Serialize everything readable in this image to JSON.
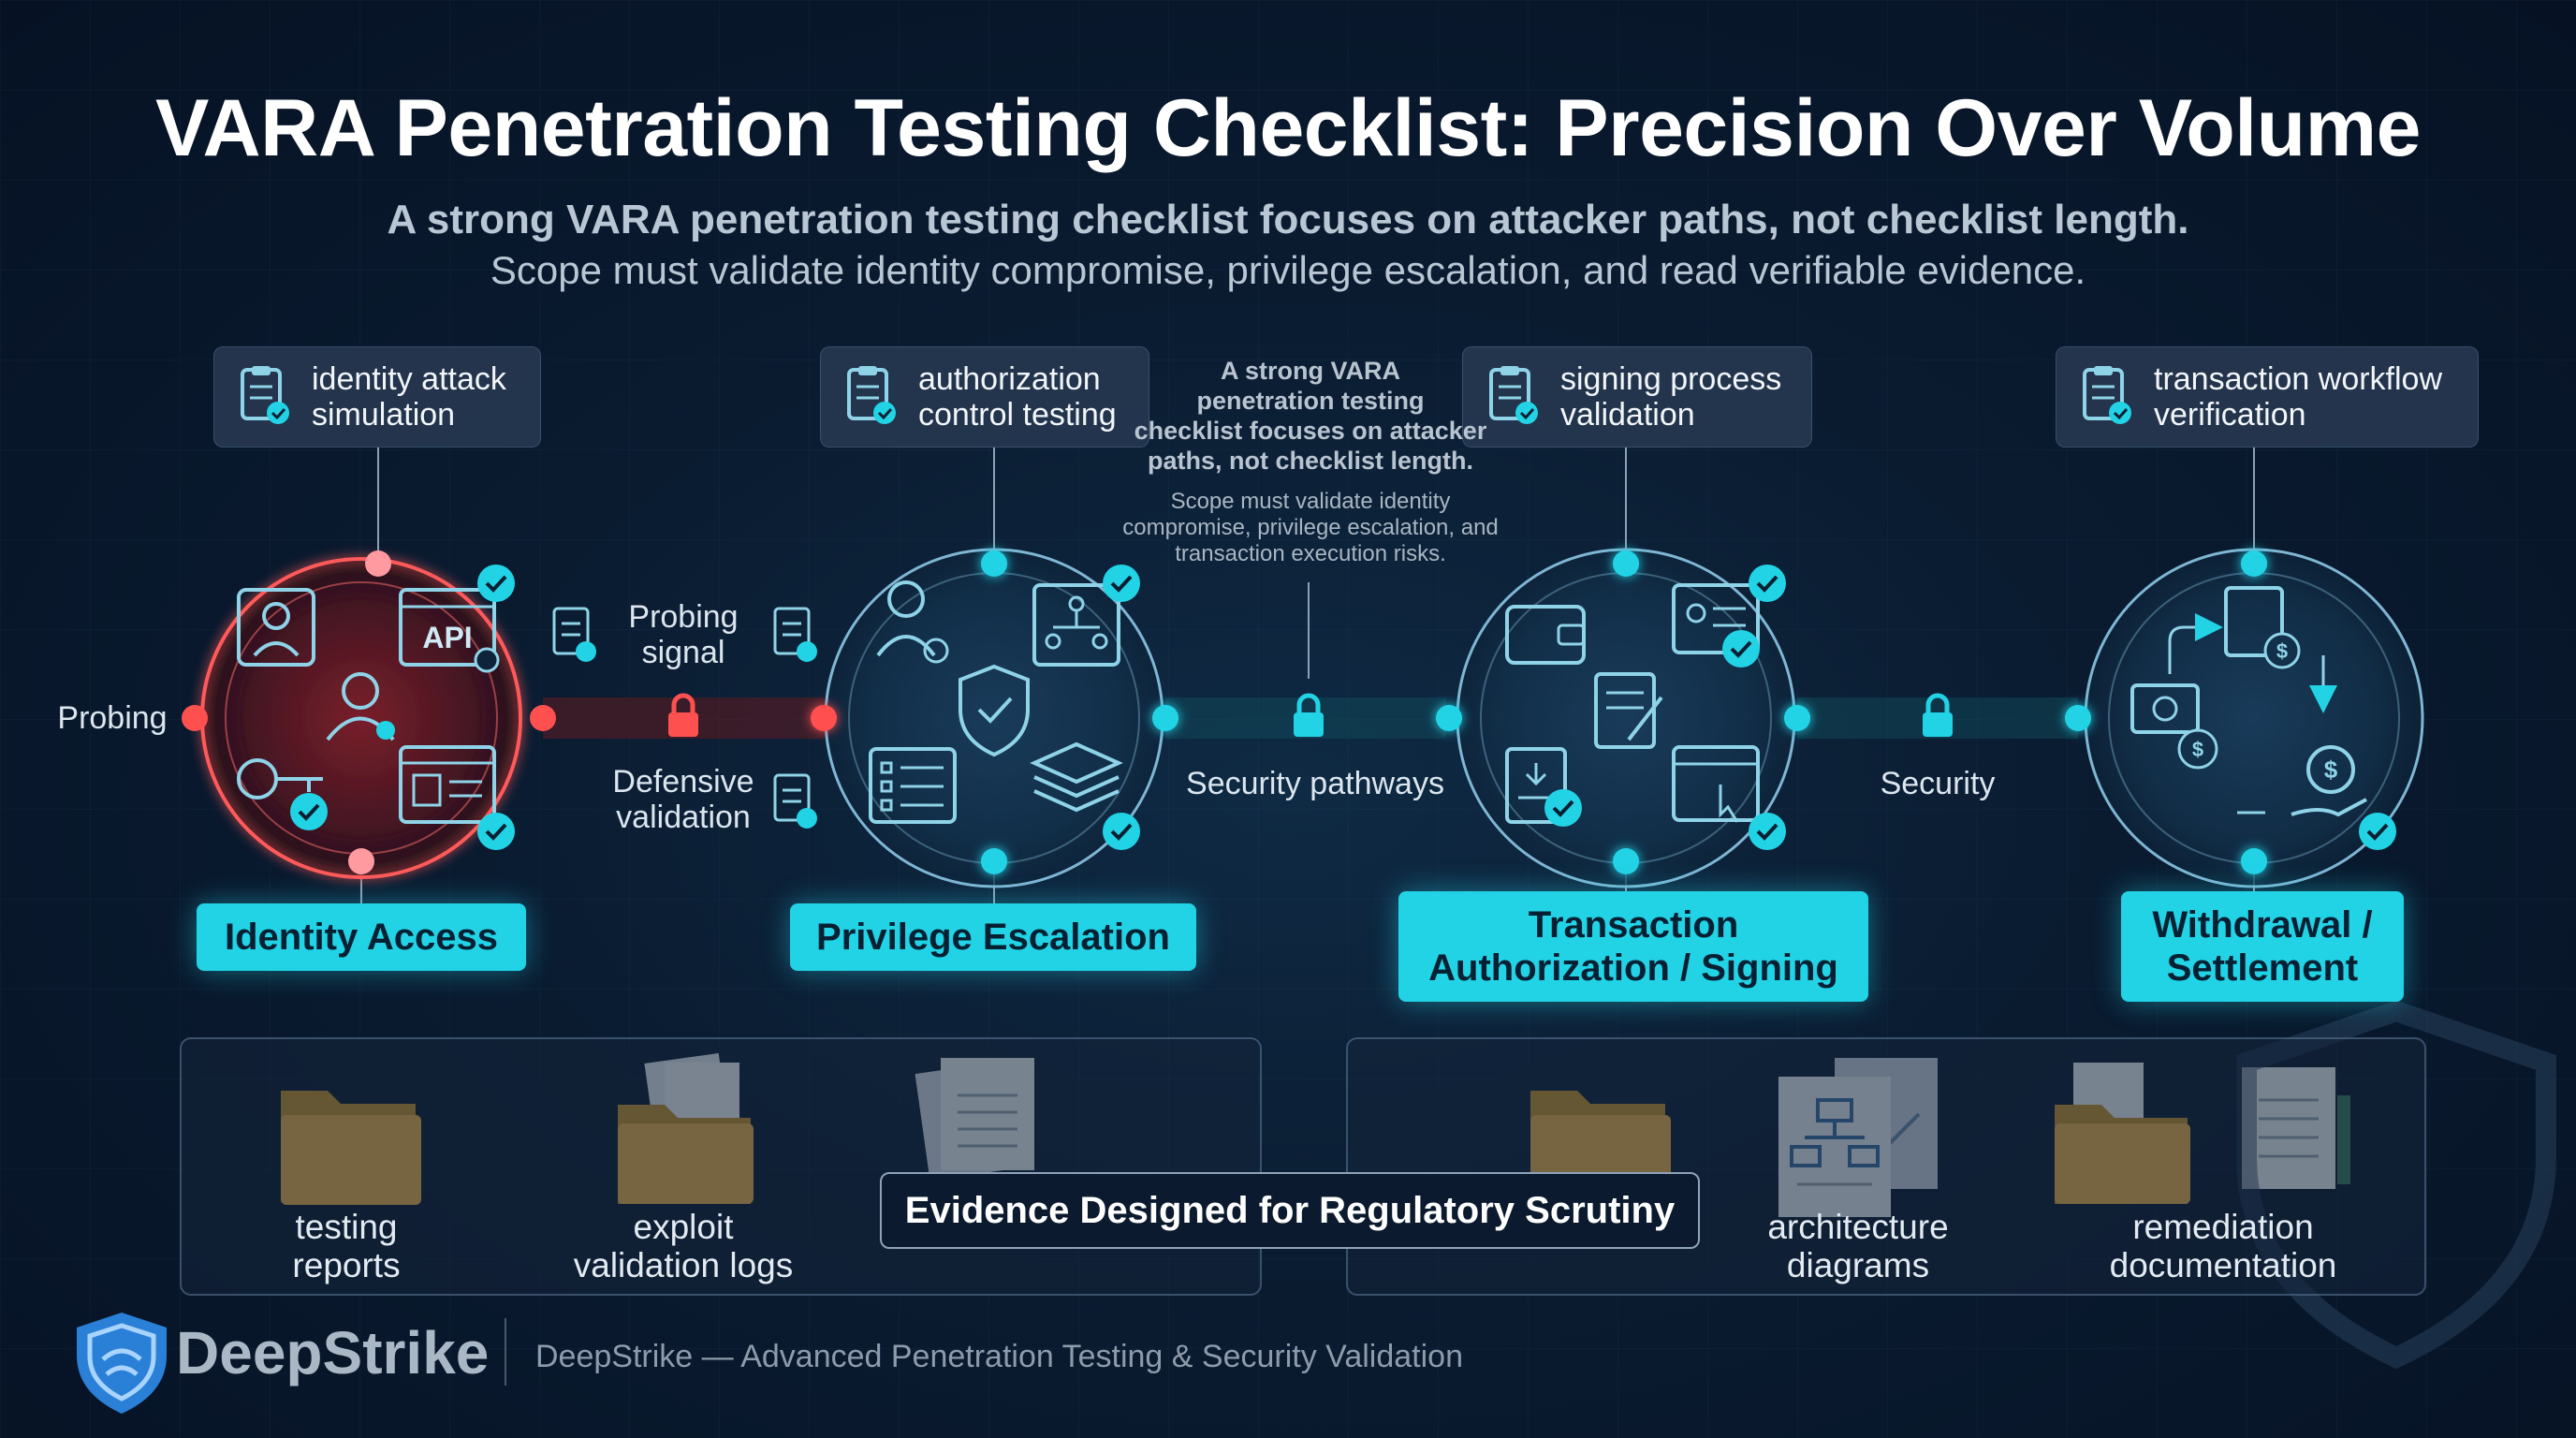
{
  "header": {
    "title": "VARA Penetration Testing Checklist: Precision Over Volume",
    "subtitle_bold": "A strong VARA penetration testing checklist focuses on attacker paths, not checklist length.",
    "subtitle": "Scope must validate identity compromise,  privilege escalation, and read verifiable evidence."
  },
  "callouts": [
    {
      "label": "identity attack\nsimulation",
      "icon": "clipboard-check-icon"
    },
    {
      "label": "authorization\ncontrol testing",
      "icon": "clipboard-check-icon"
    },
    {
      "label": "signing process\nvalidation",
      "icon": "clipboard-check-icon"
    },
    {
      "label": "transaction workflow\nverification",
      "icon": "clipboard-check-icon"
    }
  ],
  "center_note": {
    "bold": "A strong VARA\npenetration testing\nchecklist focuses on attacker\npaths, not checklist length.",
    "normal": "Scope must validate identity\ncompromise, privilege escalation, and\ntransaction execution risks."
  },
  "flow": {
    "probing": "Probing",
    "probing_signal": "Probing\nsignal",
    "defensive_validation": "Defensive\nvalidation",
    "security_pathways": "Security pathways",
    "security": "Security"
  },
  "stages": [
    {
      "label": "Identity Access"
    },
    {
      "label": "Privilege Escalation"
    },
    {
      "label": "Transaction\nAuthorization / Signing"
    },
    {
      "label": "Withdrawal /\nSettlement"
    }
  ],
  "evidence": {
    "banner": "Evidence Designed for Regulatory Scrutiny",
    "items": [
      {
        "label": "testing\nreports",
        "icon": "folder-icon"
      },
      {
        "label": "exploit\nvalidation logs",
        "icon": "folder-documents-icon"
      },
      {
        "label": "architecture\ndiagrams",
        "icon": "diagram-icon"
      },
      {
        "label": "remediation\ndocumentation",
        "icon": "folder-documents-icon"
      }
    ]
  },
  "footer": {
    "brand": "DeepStrike",
    "tagline": "DeepStrike — Advanced Penetration Testing & Security Validation"
  },
  "colors": {
    "accent": "#22d3e6",
    "threat": "#ff4a4a",
    "background": "#0a1b30"
  }
}
